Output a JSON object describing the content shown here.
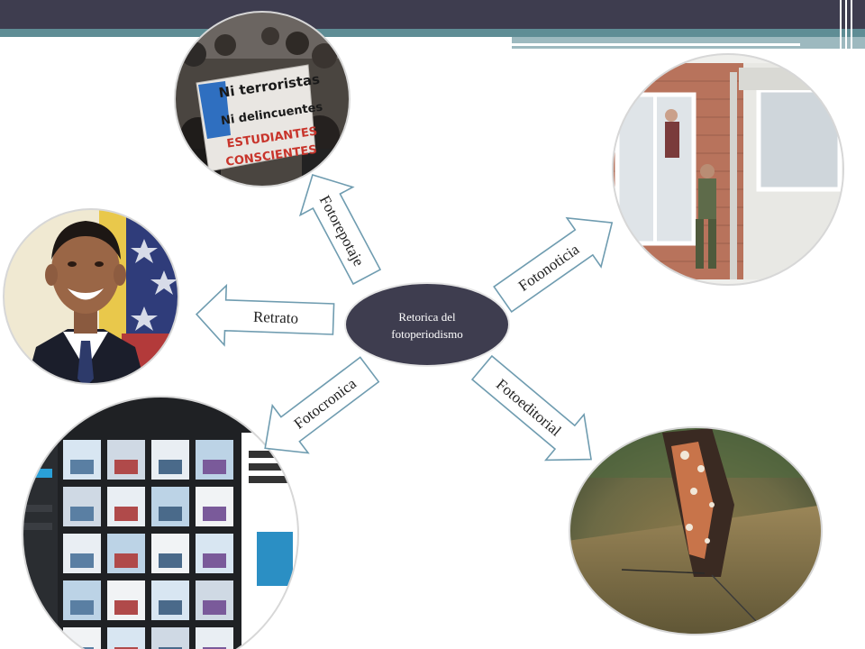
{
  "colors": {
    "top_bar": "#3e3d4f",
    "band": "#5f8d95",
    "band_light": "#9db9bf",
    "center_fill": "#3e3d4f",
    "arrow_stroke": "#6f9cb0",
    "ring": "#d7d7d7"
  },
  "center": {
    "line1": "Retorica del",
    "line2": "fotoperiodismo"
  },
  "arrows": {
    "fotorepotaje": "Fotorepotaje",
    "fotonoticia": "Fotonoticia",
    "retrato": "Retrato",
    "fotocronica": "Fotocronica",
    "fotoeditorial": "Fotoeditorial"
  },
  "photos": {
    "protest_sign": {
      "line1": "Ni terroristas",
      "line2": "Ni delincuentes",
      "line3": "ESTUDIANTES",
      "line4": "CONSCIENTES"
    }
  }
}
